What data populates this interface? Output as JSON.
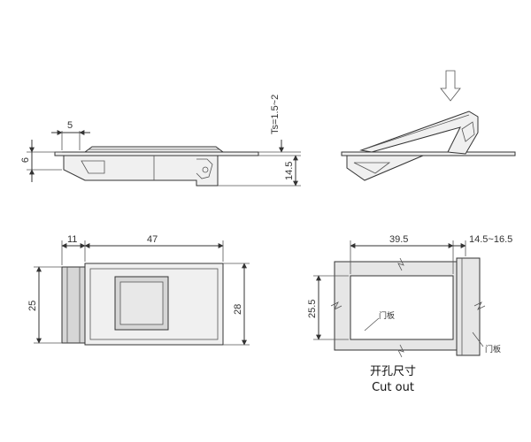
{
  "dimensions": {
    "side_left_width": "5",
    "side_left_height": "6",
    "thickness_range": "Ts=1.5~2",
    "side_depth": "14.5",
    "top_flange": "11",
    "top_body": "47",
    "height_left": "25",
    "height_right": "28",
    "cutout_width": "39.5",
    "panel_range": "14.5~16.5",
    "cutout_height": "25.5"
  },
  "labels": {
    "door_panel_inner": "门板",
    "door_panel_side": "门板",
    "cutout_cn": "开孔尺寸",
    "cutout_en": "Cut out"
  }
}
